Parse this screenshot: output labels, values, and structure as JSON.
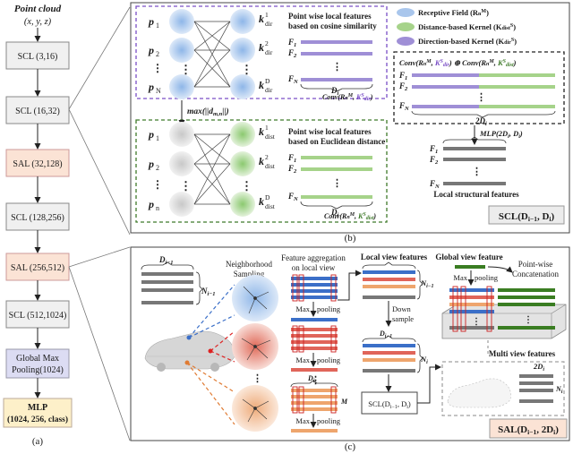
{
  "pipeline": {
    "input_label_1": "Point cloud",
    "input_label_2": "(x, y, z)",
    "blocks": [
      {
        "label": "SCL (3,16)",
        "kind": "scl"
      },
      {
        "label": "SCL (16,32)",
        "kind": "scl"
      },
      {
        "label": "SAL (32,128)",
        "kind": "sal"
      },
      {
        "label": "SCL (128,256)",
        "kind": "scl"
      },
      {
        "label": "SAL (256,512)",
        "kind": "sal"
      },
      {
        "label": "SCL (512,1024)",
        "kind": "scl"
      },
      {
        "label": "Global Max",
        "label2": "Pooling(1024)",
        "kind": "pool"
      },
      {
        "label": "MLP",
        "label2": "(1024, 256, class)",
        "kind": "mlp"
      }
    ],
    "caption": "(a)"
  },
  "panel_b": {
    "caption": "(b)",
    "top_text_1": "Point wise local features",
    "top_text_2": "based on cosine similarity",
    "bottom_text_1": "Point wise local features",
    "bottom_text_2": "based on Euclidean distance",
    "max_label": "max(||d",
    "max_label_sub": "m,n",
    "max_label_end": "||)",
    "conv_top": "Conv(R",
    "conv_bottom": "Conv(R",
    "legend": [
      {
        "label": "Receptive Field (R",
        "color": "#a9c6ec"
      },
      {
        "label": "Distance-based Kernel (K",
        "color": "#a6d38a"
      },
      {
        "label": "Direction-based Kernel (K",
        "color": "#9f8fd6"
      }
    ],
    "concat_label": "Conv(R",
    "mlp_label": "MLP(2D",
    "local_structural": "Local structural features",
    "scl_label": "SCL(D",
    "f1": "F",
    "f2": "F",
    "fn": "F",
    "di": "D",
    "two_di": "2D"
  },
  "panel_c": {
    "caption": "(c)",
    "neighborhood_1": "Neighborhood",
    "neighborhood_2": "Sampling",
    "aggregation_1": "Feature aggregation",
    "aggregation_2": "on local view",
    "local_view": "Local view features",
    "global_view": "Global view feature",
    "pointwise_1": "Point-wise",
    "pointwise_2": "Concatenation",
    "max_pool": "Max",
    "pooling": "pooling",
    "down": "Down",
    "sample": "sample",
    "scl_box": "SCL(D",
    "multi_view": "Multi view features",
    "sal_label": "SAL(D",
    "d_i_minus": "D",
    "n_i_minus": "N",
    "m_label": "M"
  }
}
